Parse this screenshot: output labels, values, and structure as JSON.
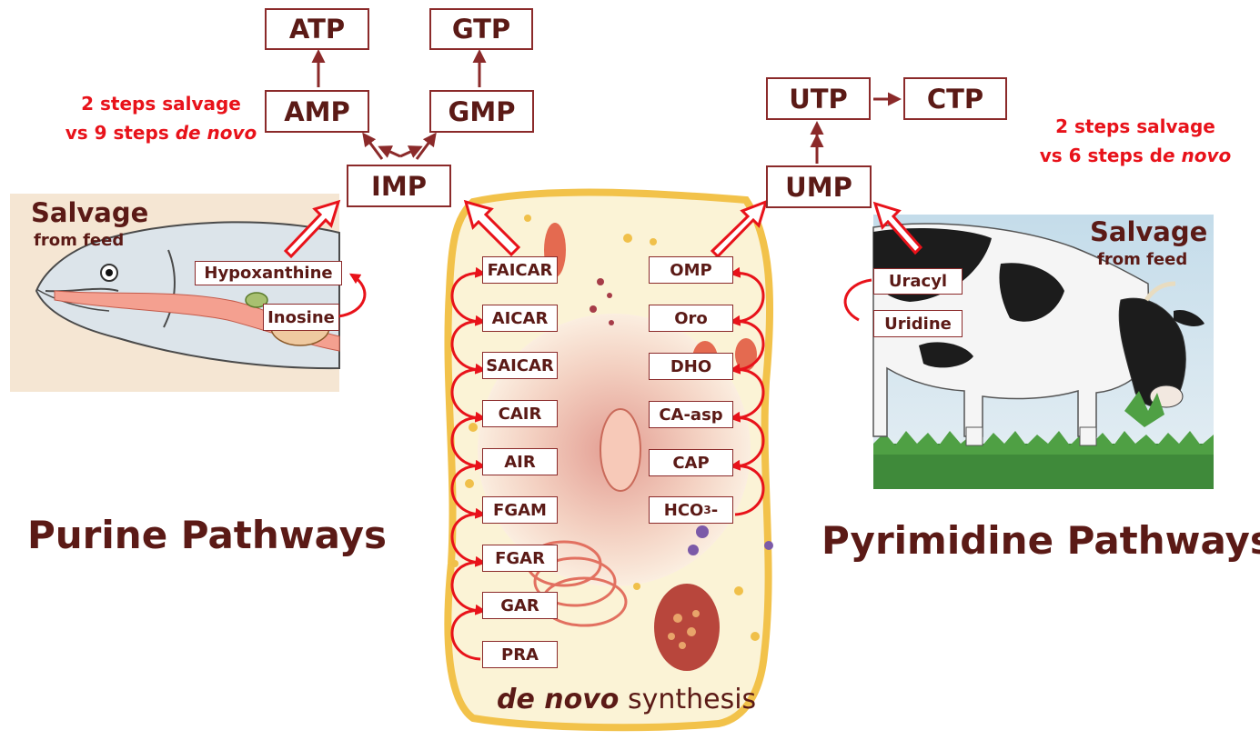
{
  "titles": {
    "purine": "Purine Pathways",
    "pyrimidine": "Pyrimidine Pathways"
  },
  "notes": {
    "purine_line1": "2 steps  salvage",
    "purine_line2_prefix": "vs 9 steps ",
    "purine_line2_em": "de novo",
    "pyrimidine_line1": "2 steps salvage",
    "pyrimidine_line2_prefix": "vs 6 steps d",
    "pyrimidine_line2_em": "e novo"
  },
  "salvage": {
    "label": "Salvage",
    "sublabel": "from feed"
  },
  "de_novo": {
    "em": "de novo",
    "rest": " synthesis"
  },
  "purine": {
    "top": {
      "atp": "ATP",
      "gtp": "GTP",
      "amp": "AMP",
      "gmp": "GMP",
      "imp": "IMP"
    },
    "salvage_nodes": {
      "hypoxanthine": "Hypoxanthine",
      "inosine": "Inosine"
    },
    "steps": [
      "FAICAR",
      "AICAR",
      "SAICAR",
      "CAIR",
      "AIR",
      "FGAM",
      "FGAR",
      "GAR",
      "PRA"
    ]
  },
  "pyrimidine": {
    "top": {
      "utp": "UTP",
      "ctp": "CTP",
      "ump": "UMP"
    },
    "salvage_nodes": {
      "uracyl": "Uracyl",
      "uridine": "Uridine"
    },
    "steps": [
      "OMP",
      "Oro",
      "DHO",
      "CA-asp",
      "CAP"
    ],
    "hco3": {
      "base": "HCO",
      "sub": "3",
      "suffix": "-"
    }
  },
  "colors": {
    "title": "#5b1a16",
    "note": "#e8121a",
    "box_border": "#8b2a2a",
    "arrow_dark": "#8b2a2a",
    "arrow_red": "#e8121a",
    "cell_fill": "#fbf3d6",
    "cell_border": "#f2c24a",
    "fish_bg": "#f5e6d3",
    "cow_sky": "#c4dcea",
    "grass": "#3f8a3a"
  },
  "icons": {
    "fish": "fish-illustration",
    "cow": "cow-illustration",
    "cell": "cell-illustration"
  }
}
